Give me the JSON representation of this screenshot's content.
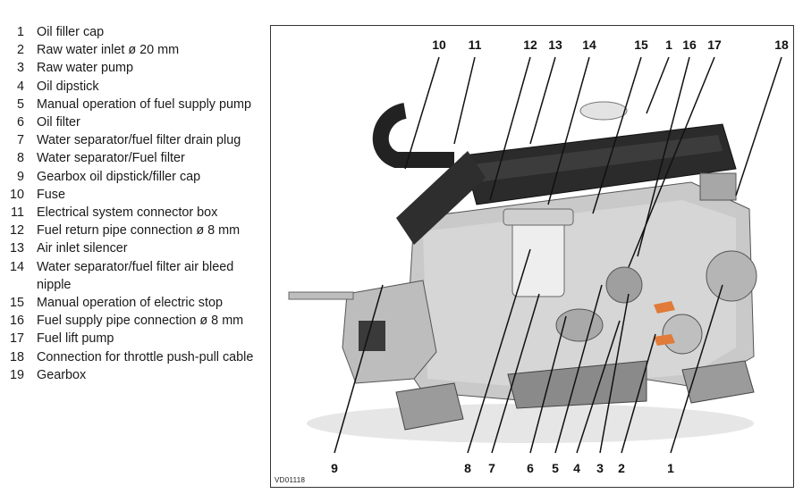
{
  "legend": [
    {
      "num": "1",
      "text": "Oil filler cap"
    },
    {
      "num": "2",
      "text": "Raw water inlet ø 20 mm"
    },
    {
      "num": "3",
      "text": "Raw water pump"
    },
    {
      "num": "4",
      "text": "Oil dipstick"
    },
    {
      "num": "5",
      "text": "Manual operation of fuel supply pump"
    },
    {
      "num": "6",
      "text": "Oil filter"
    },
    {
      "num": "7",
      "text": "Water separator/fuel filter drain plug"
    },
    {
      "num": "8",
      "text": "Water separator/Fuel filter"
    },
    {
      "num": "9",
      "text": "Gearbox oil dipstick/filler cap"
    },
    {
      "num": "10",
      "text": "Fuse"
    },
    {
      "num": "11",
      "text": "Electrical system connector box"
    },
    {
      "num": "12",
      "text": "Fuel return pipe connection ø 8 mm"
    },
    {
      "num": "13",
      "text": "Air inlet silencer"
    },
    {
      "num": "14",
      "text": "Water separator/fuel filter air bleed nipple"
    },
    {
      "num": "15",
      "text": "Manual operation of electric stop"
    },
    {
      "num": "16",
      "text": "Fuel supply pipe connection ø 8 mm"
    },
    {
      "num": "17",
      "text": "Fuel lift pump"
    },
    {
      "num": "18",
      "text": "Connection for throttle push-pull cable"
    },
    {
      "num": "19",
      "text": "Gearbox"
    }
  ],
  "figure": {
    "code": "VD01118",
    "top_callouts": [
      "10",
      "11",
      "12",
      "13",
      "14",
      "15",
      "1",
      "16",
      "17",
      "18"
    ],
    "bottom_callouts": [
      "9",
      "8",
      "7",
      "6",
      "5",
      "4",
      "3",
      "2",
      "1"
    ]
  }
}
